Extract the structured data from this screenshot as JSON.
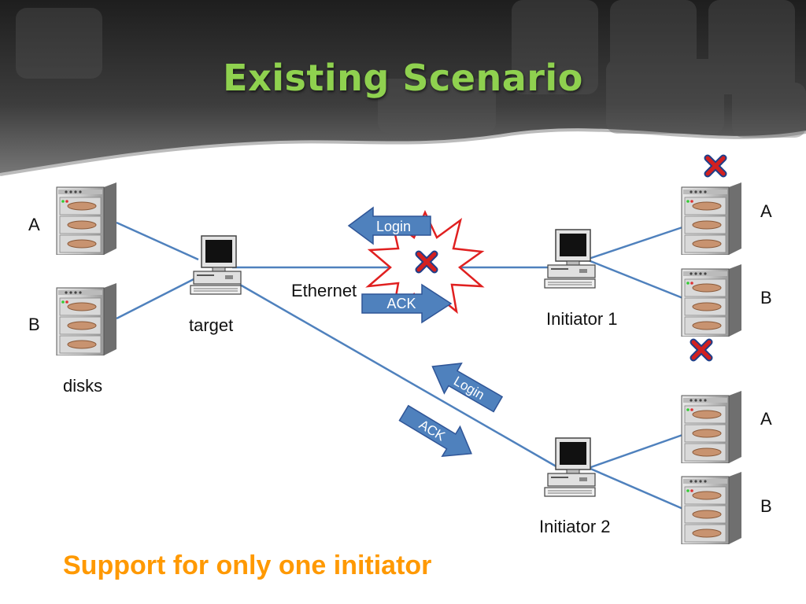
{
  "slide": {
    "title": "Existing Scenario",
    "footer": "Support for only one initiator"
  },
  "target_group": {
    "disk_a": "A",
    "disk_b": "B",
    "disks_caption": "disks",
    "target_caption": "target"
  },
  "network": {
    "link_label": "Ethernet"
  },
  "initiator1": {
    "caption": "Initiator 1",
    "disk_a": "A",
    "disk_b": "B",
    "login_arrow": "Login",
    "ack_arrow": "ACK"
  },
  "initiator2": {
    "caption": "Initiator 2",
    "disk_a": "A",
    "disk_b": "B",
    "login_arrow": "Login",
    "ack_arrow": "ACK"
  },
  "colors": {
    "title": "#8fd14f",
    "footer": "#ff9900",
    "arrow_fill": "#4f81bd",
    "link_line": "#4f81bd",
    "error_mark": "#d22020"
  },
  "icons": [
    "server-disk-icon",
    "computer-icon",
    "error-x-icon",
    "collision-burst-icon"
  ]
}
